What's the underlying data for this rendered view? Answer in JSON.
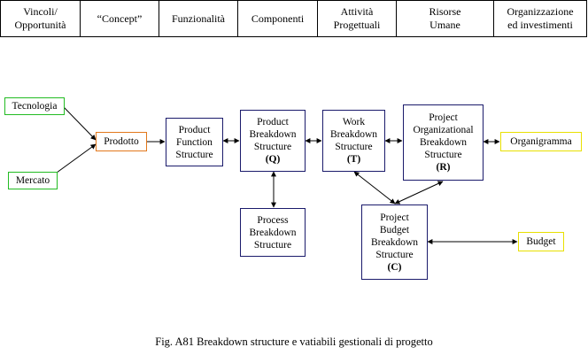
{
  "header": {
    "cells": [
      "Vincoli/\nOpportunità",
      "“Concept”",
      "Funzionalità",
      "Componenti",
      "Attività\nProgettuali",
      "Risorse\nUmane",
      "Organizzazione\ned investimenti"
    ]
  },
  "nodes": {
    "tecnologia": "Tecnologia",
    "mercato": "Mercato",
    "prodotto": "Prodotto",
    "pfs": "Product\nFunction\nStructure",
    "pbs": {
      "text": "Product\nBreakdown\nStructure",
      "code": "(Q)"
    },
    "procbs": "Process\nBreakdown\nStructure",
    "wbs": {
      "text": "Work\nBreakdown\nStructure",
      "code": "(T)"
    },
    "pobs": {
      "text": "Project\nOrganizational\nBreakdown\nStructure",
      "code": "(R)"
    },
    "pbbs": {
      "text": "Project\nBudget\nBreakdown\nStructure",
      "code": "(C)"
    },
    "organigramma": "Organigramma",
    "budget": "Budget"
  },
  "colors": {
    "external_input": "#22bb22",
    "product": "#e2781c",
    "structure": "#1a1a6b",
    "output": "#e8e000"
  },
  "caption": "Fig. A81 Breakdown structure e vatiabili gestionali di progetto"
}
